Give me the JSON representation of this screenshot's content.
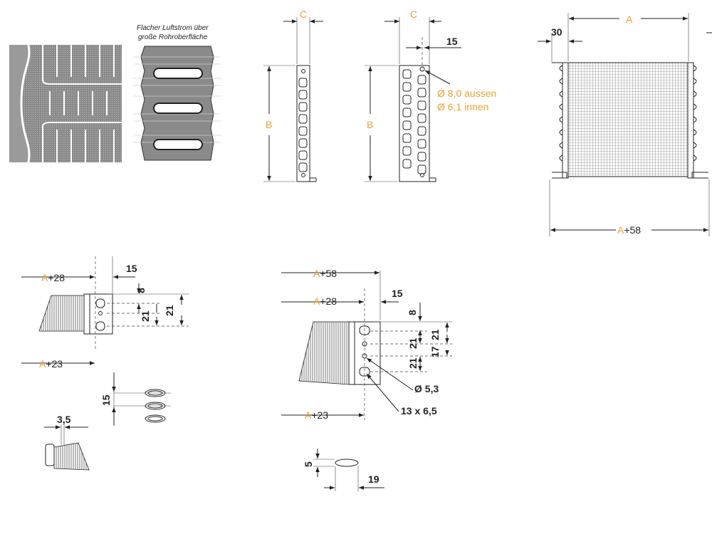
{
  "caption": {
    "line1": "Flacher Luftstrom über",
    "line2": "große Rohroberfläche"
  },
  "labels": {
    "A": "A",
    "B": "B",
    "C": "C",
    "plus58": "+58",
    "plus28": "+28",
    "plus23": "+23",
    "d15": "15",
    "d30": "30",
    "d8": "8",
    "d21": "21",
    "d17": "17",
    "d3_5": "3,5",
    "d5": "5",
    "d19": "19",
    "outer": "Ø 8,0 aussen",
    "inner": "Ø 6,1 innen",
    "hole": "Ø 5,3",
    "slot": "13 x 6,5"
  },
  "colors": {
    "accent": "#f0a030",
    "line": "#222222",
    "fin_photo": "#8a8a8a"
  }
}
